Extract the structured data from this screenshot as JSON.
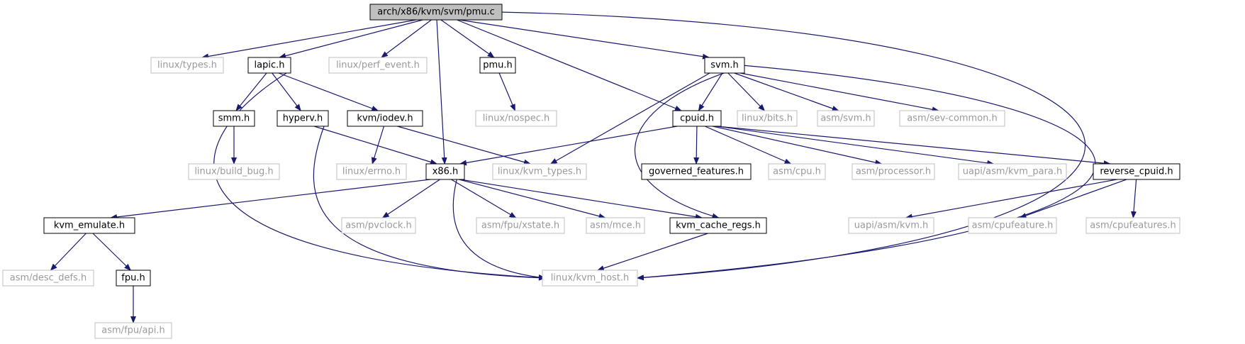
{
  "colors": {
    "edge": "#191970",
    "external_text": "#9a9a9a",
    "root_fill": "#bfbfbf"
  },
  "nodes": [
    {
      "id": "root",
      "label": "arch/x86/kvm/svm/pmu.c",
      "kind": "root"
    },
    {
      "id": "linux_types",
      "label": "linux/types.h",
      "kind": "external"
    },
    {
      "id": "lapic",
      "label": "lapic.h",
      "kind": "internal"
    },
    {
      "id": "perf_event",
      "label": "linux/perf_event.h",
      "kind": "external"
    },
    {
      "id": "pmu",
      "label": "pmu.h",
      "kind": "internal"
    },
    {
      "id": "svm",
      "label": "svm.h",
      "kind": "internal"
    },
    {
      "id": "smm",
      "label": "smm.h",
      "kind": "internal"
    },
    {
      "id": "hyperv",
      "label": "hyperv.h",
      "kind": "internal"
    },
    {
      "id": "iodev",
      "label": "kvm/iodev.h",
      "kind": "internal"
    },
    {
      "id": "nospec",
      "label": "linux/nospec.h",
      "kind": "external"
    },
    {
      "id": "cpuid",
      "label": "cpuid.h",
      "kind": "internal"
    },
    {
      "id": "bits",
      "label": "linux/bits.h",
      "kind": "external"
    },
    {
      "id": "asm_svm",
      "label": "asm/svm.h",
      "kind": "external"
    },
    {
      "id": "sev",
      "label": "asm/sev-common.h",
      "kind": "external"
    },
    {
      "id": "build_bug",
      "label": "linux/build_bug.h",
      "kind": "external"
    },
    {
      "id": "errno",
      "label": "linux/errno.h",
      "kind": "external"
    },
    {
      "id": "x86",
      "label": "x86.h",
      "kind": "internal"
    },
    {
      "id": "kvm_types",
      "label": "linux/kvm_types.h",
      "kind": "external"
    },
    {
      "id": "governed",
      "label": "governed_features.h",
      "kind": "internal"
    },
    {
      "id": "asm_cpu",
      "label": "asm/cpu.h",
      "kind": "external"
    },
    {
      "id": "processor",
      "label": "asm/processor.h",
      "kind": "external"
    },
    {
      "id": "kvm_para",
      "label": "uapi/asm/kvm_para.h",
      "kind": "external"
    },
    {
      "id": "reverse_cpuid",
      "label": "reverse_cpuid.h",
      "kind": "internal"
    },
    {
      "id": "kvm_emulate",
      "label": "kvm_emulate.h",
      "kind": "internal"
    },
    {
      "id": "pvclock",
      "label": "asm/pvclock.h",
      "kind": "external"
    },
    {
      "id": "xstate",
      "label": "asm/fpu/xstate.h",
      "kind": "external"
    },
    {
      "id": "mce",
      "label": "asm/mce.h",
      "kind": "external"
    },
    {
      "id": "cache_regs",
      "label": "kvm_cache_regs.h",
      "kind": "internal"
    },
    {
      "id": "uapi_kvm",
      "label": "uapi/asm/kvm.h",
      "kind": "external"
    },
    {
      "id": "cpufeature",
      "label": "asm/cpufeature.h",
      "kind": "external"
    },
    {
      "id": "cpufeatures",
      "label": "asm/cpufeatures.h",
      "kind": "external"
    },
    {
      "id": "desc_defs",
      "label": "asm/desc_defs.h",
      "kind": "external"
    },
    {
      "id": "fpu",
      "label": "fpu.h",
      "kind": "internal"
    },
    {
      "id": "kvm_host",
      "label": "linux/kvm_host.h",
      "kind": "external"
    },
    {
      "id": "fpu_api",
      "label": "asm/fpu/api.h",
      "kind": "external"
    }
  ],
  "edges": [
    [
      "root",
      "linux_types"
    ],
    [
      "root",
      "lapic"
    ],
    [
      "root",
      "perf_event"
    ],
    [
      "root",
      "pmu"
    ],
    [
      "root",
      "svm"
    ],
    [
      "root",
      "x86"
    ],
    [
      "root",
      "cpuid"
    ],
    [
      "root",
      "kvm_host"
    ],
    [
      "lapic",
      "smm"
    ],
    [
      "lapic",
      "hyperv"
    ],
    [
      "lapic",
      "iodev"
    ],
    [
      "lapic",
      "kvm_host"
    ],
    [
      "pmu",
      "nospec"
    ],
    [
      "svm",
      "cpuid"
    ],
    [
      "svm",
      "bits"
    ],
    [
      "svm",
      "asm_svm"
    ],
    [
      "svm",
      "sev"
    ],
    [
      "svm",
      "kvm_types"
    ],
    [
      "svm",
      "cache_regs"
    ],
    [
      "svm",
      "kvm_host"
    ],
    [
      "smm",
      "build_bug"
    ],
    [
      "hyperv",
      "x86"
    ],
    [
      "hyperv",
      "kvm_host"
    ],
    [
      "iodev",
      "errno"
    ],
    [
      "iodev",
      "kvm_types"
    ],
    [
      "cpuid",
      "x86"
    ],
    [
      "cpuid",
      "governed"
    ],
    [
      "cpuid",
      "asm_cpu"
    ],
    [
      "cpuid",
      "processor"
    ],
    [
      "cpuid",
      "kvm_para"
    ],
    [
      "cpuid",
      "reverse_cpuid"
    ],
    [
      "x86",
      "kvm_emulate"
    ],
    [
      "x86",
      "pvclock"
    ],
    [
      "x86",
      "xstate"
    ],
    [
      "x86",
      "mce"
    ],
    [
      "x86",
      "cache_regs"
    ],
    [
      "x86",
      "kvm_host"
    ],
    [
      "reverse_cpuid",
      "uapi_kvm"
    ],
    [
      "reverse_cpuid",
      "cpufeature"
    ],
    [
      "reverse_cpuid",
      "cpufeatures"
    ],
    [
      "kvm_emulate",
      "desc_defs"
    ],
    [
      "kvm_emulate",
      "fpu"
    ],
    [
      "fpu",
      "fpu_api"
    ],
    [
      "cache_regs",
      "kvm_host"
    ]
  ]
}
